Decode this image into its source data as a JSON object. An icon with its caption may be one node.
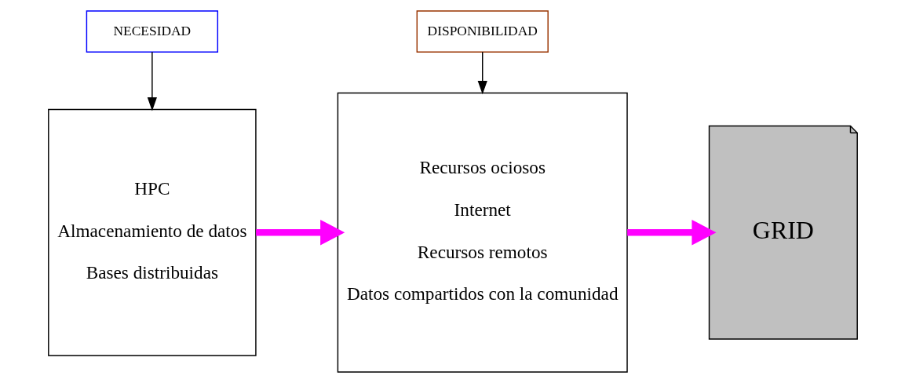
{
  "diagram": {
    "nodes": [
      {
        "text": [
          "NECESIDAD"
        ]
      },
      {
        "text": [
          "DISPONIBILIDAD"
        ]
      },
      {
        "text": [
          "HPC",
          "Almacenamiento de datos",
          "Bases distribuidas"
        ]
      },
      {
        "text": [
          "Recursos ociosos",
          "Internet",
          "Recursos remotos",
          "Datos compartidos con la comunidad"
        ]
      },
      {
        "text": [
          "GRID"
        ]
      }
    ],
    "edges": [
      {
        "from": 0,
        "to": 2,
        "arrow": "to"
      },
      {
        "from": 1,
        "to": 3,
        "arrow": "to"
      },
      {
        "from": 2,
        "to": 3,
        "arrow": "to",
        "style": "thick",
        "color": "#ff00ff"
      },
      {
        "from": 3,
        "to": 4,
        "arrow": "to",
        "style": "thick",
        "color": "#ff00ff"
      }
    ]
  }
}
